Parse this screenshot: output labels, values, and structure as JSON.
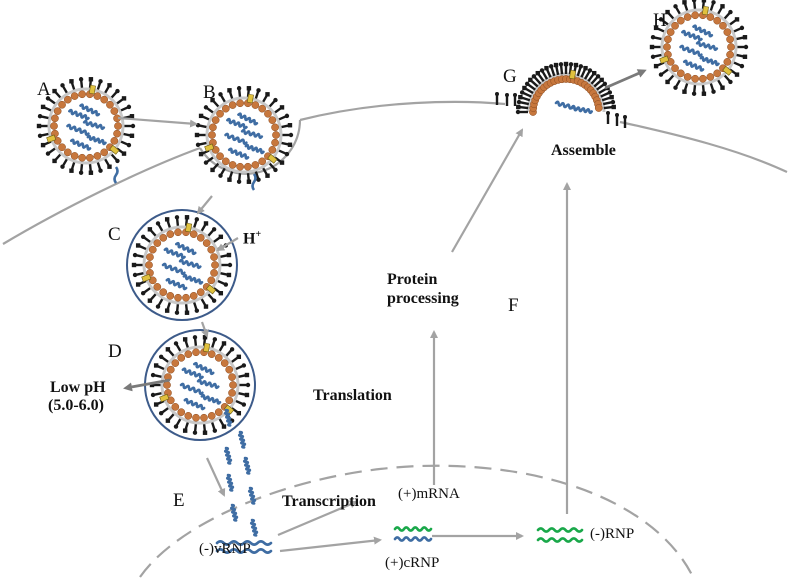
{
  "steps": {
    "a": "A",
    "b": "B",
    "c": "C",
    "d": "D",
    "e": "E",
    "f": "F",
    "g": "G",
    "h": "H"
  },
  "labels": {
    "h_plus_base": "H",
    "h_plus_sup": "+",
    "low_ph_line1": "Low pH",
    "low_ph_line2": "(5.0-6.0)",
    "translation": "Translation",
    "transcription": "Transcription",
    "protein_line1": "Protein",
    "protein_line2": "processing",
    "assemble": "Assemble",
    "mrna": "(+)mRNA",
    "vrnp": "(-)vRNP",
    "crnp": "(+)cRNP",
    "rnp": "(-)RNP"
  },
  "colors": {
    "line": "#a3a3a3",
    "envelope": "#c8c8c8",
    "lipid": "#c7773d",
    "lipid_edge": "#8a4a1f",
    "spike": "#1a1a1a",
    "m2": "#e0c13e",
    "rna_blue": "#3f6da3",
    "rna_green": "#1aa84a",
    "endosome": "#3d5b8a"
  }
}
